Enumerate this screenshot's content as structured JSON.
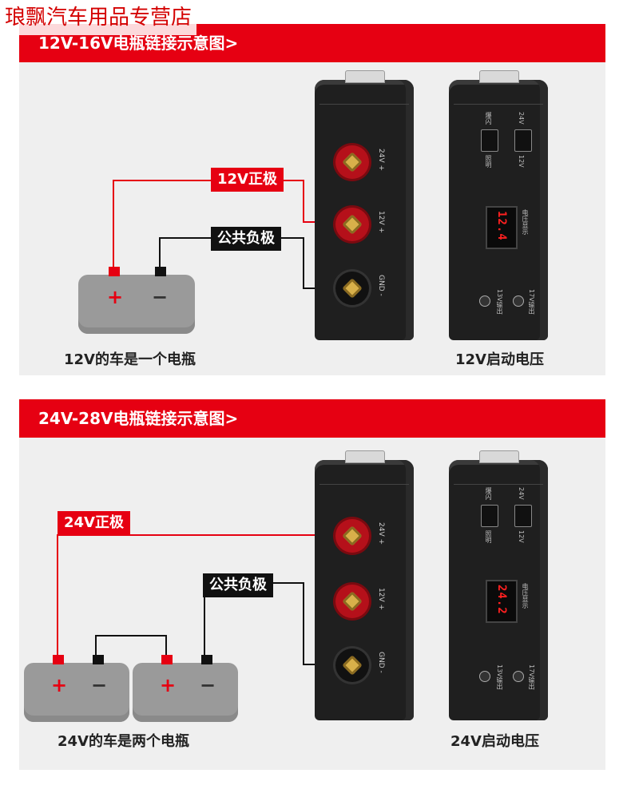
{
  "watermark": "琅飘汽车用品专营店",
  "panels": [
    {
      "banner": "12V-16V电瓶链接示意图>",
      "positive_tag": "12V正极",
      "negative_tag": "公共负极",
      "battery_caption": "12V的车是一个电瓶",
      "device_caption": "12V启动电压",
      "display_value": "12.4",
      "terminal_labels": [
        "24V +",
        "12V +",
        "GND -"
      ],
      "battery_count": 1
    },
    {
      "banner": "24V-28V电瓶链接示意图>",
      "positive_tag": "24V正极",
      "negative_tag": "公共负极",
      "battery_caption": "24V的车是两个电瓶",
      "device_caption": "24V启动电压",
      "display_value": "24.2",
      "terminal_labels": [
        "24V +",
        "12V +",
        "GND -"
      ],
      "battery_count": 2
    }
  ],
  "device_labels": {
    "switch_a_top": "爆闪",
    "switch_a_bottom": "照明",
    "switch_b_top": "24V",
    "switch_b_bottom": "12V",
    "display_label": "电压显示",
    "usb_a": "13V输出",
    "usb_b": "17V输出"
  },
  "battery_signs": {
    "plus": "+",
    "minus": "−"
  },
  "colors": {
    "accent": "#e60012",
    "panel_bg": "#efefef",
    "device": "#1f1f1f"
  }
}
